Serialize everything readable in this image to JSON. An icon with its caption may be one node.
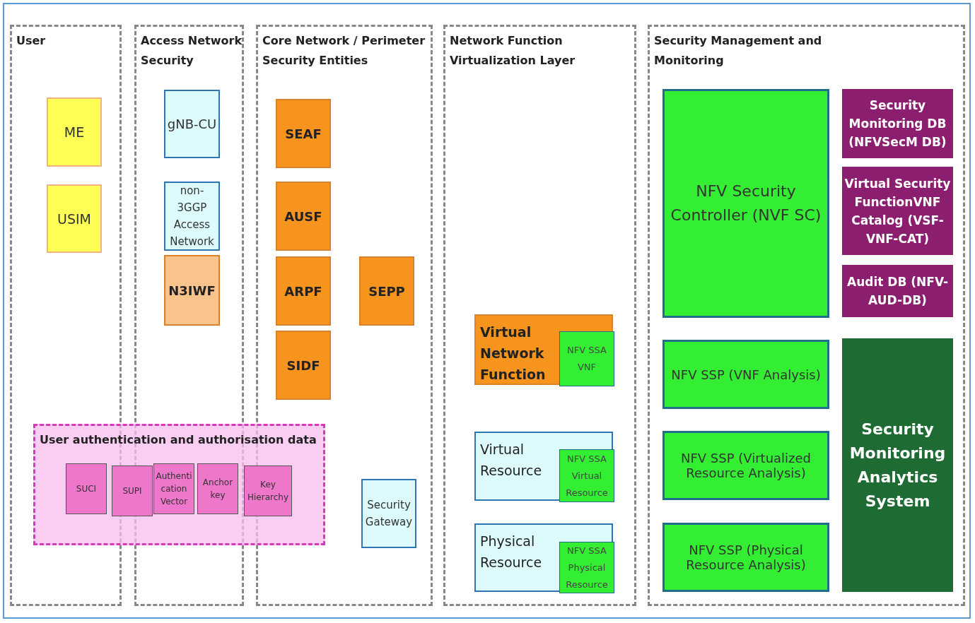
{
  "diagram": {
    "nodes": [
      {
        "text": [
          "User"
        ]
      },
      {
        "text": [
          "ME"
        ],
        "in": 0
      },
      {
        "text": [
          "USIM"
        ],
        "in": 0
      },
      {
        "text": [
          "Access Network Security"
        ]
      },
      {
        "text": [
          "gNB-CU"
        ],
        "in": 3
      },
      {
        "text": [
          "non-3GGP Access Network"
        ],
        "in": 3
      },
      {
        "text": [
          "N3IWF"
        ],
        "in": 3
      },
      {
        "text": [
          "Core Network / Perimeter Security Entities"
        ]
      },
      {
        "text": [
          "SEAF"
        ],
        "in": 7
      },
      {
        "text": [
          "AUSF"
        ],
        "in": 7
      },
      {
        "text": [
          "ARPF"
        ],
        "in": 7
      },
      {
        "text": [
          "SIDF"
        ],
        "in": 7
      },
      {
        "text": [
          "SEPP"
        ],
        "in": 7
      },
      {
        "text": [
          "Security Gateway"
        ],
        "in": 7
      },
      {
        "text": [
          "Network Function Virtualization Layer"
        ]
      },
      {
        "text": [
          "Virtual Network Function"
        ],
        "in": 14
      },
      {
        "text": [
          "NFV SSA VNF"
        ],
        "in": 15
      },
      {
        "text": [
          "Virtual Resource"
        ],
        "in": 14
      },
      {
        "text": [
          "NFV SSA Virtual Resource"
        ],
        "in": 17
      },
      {
        "text": [
          "Physical Resource"
        ],
        "in": 14
      },
      {
        "text": [
          "NFV SSA Physical Resource"
        ],
        "in": 19
      },
      {
        "text": [
          "Security Management and Monitoring"
        ]
      },
      {
        "text": [
          "NFV Security Controller (NVF SC)"
        ],
        "in": 21
      },
      {
        "text": [
          "Security Monitoring DB (NFVSecM DB)"
        ],
        "in": 21
      },
      {
        "text": [
          "Virtual Security FunctionVNF Catalog (VSF-VNF-CAT)"
        ],
        "in": 21
      },
      {
        "text": [
          "Audit DB (NFV-AUD-DB)"
        ],
        "in": 21
      },
      {
        "text": [
          "NFV SSP (VNF Analysis)"
        ],
        "in": 21
      },
      {
        "text": [
          "NFV SSP (Virtualized Resource Analysis)"
        ],
        "in": 21
      },
      {
        "text": [
          "NFV SSP (Physical Resource Analysis)"
        ],
        "in": 21
      },
      {
        "text": [
          "Security Monitoring Analytics System"
        ],
        "in": 21
      },
      {
        "text": [
          "User authentication and authorisation data"
        ]
      },
      {
        "text": [
          "SUCI"
        ]
      },
      {
        "text": [
          "SUPI"
        ],
        "in": 30
      },
      {
        "text": [
          "Authentication Vector"
        ]
      },
      {
        "text": [
          "Anchor key"
        ]
      },
      {
        "text": [
          "Key Hierarchy"
        ],
        "in": 30
      }
    ]
  }
}
